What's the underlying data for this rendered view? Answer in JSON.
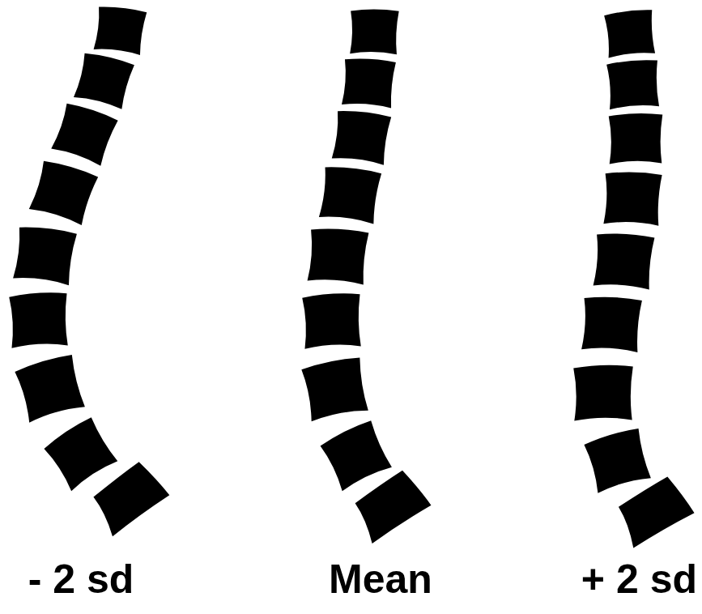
{
  "diagram": {
    "labels": [
      "- 2 sd",
      "Mean",
      "+ 2 sd"
    ]
  }
}
